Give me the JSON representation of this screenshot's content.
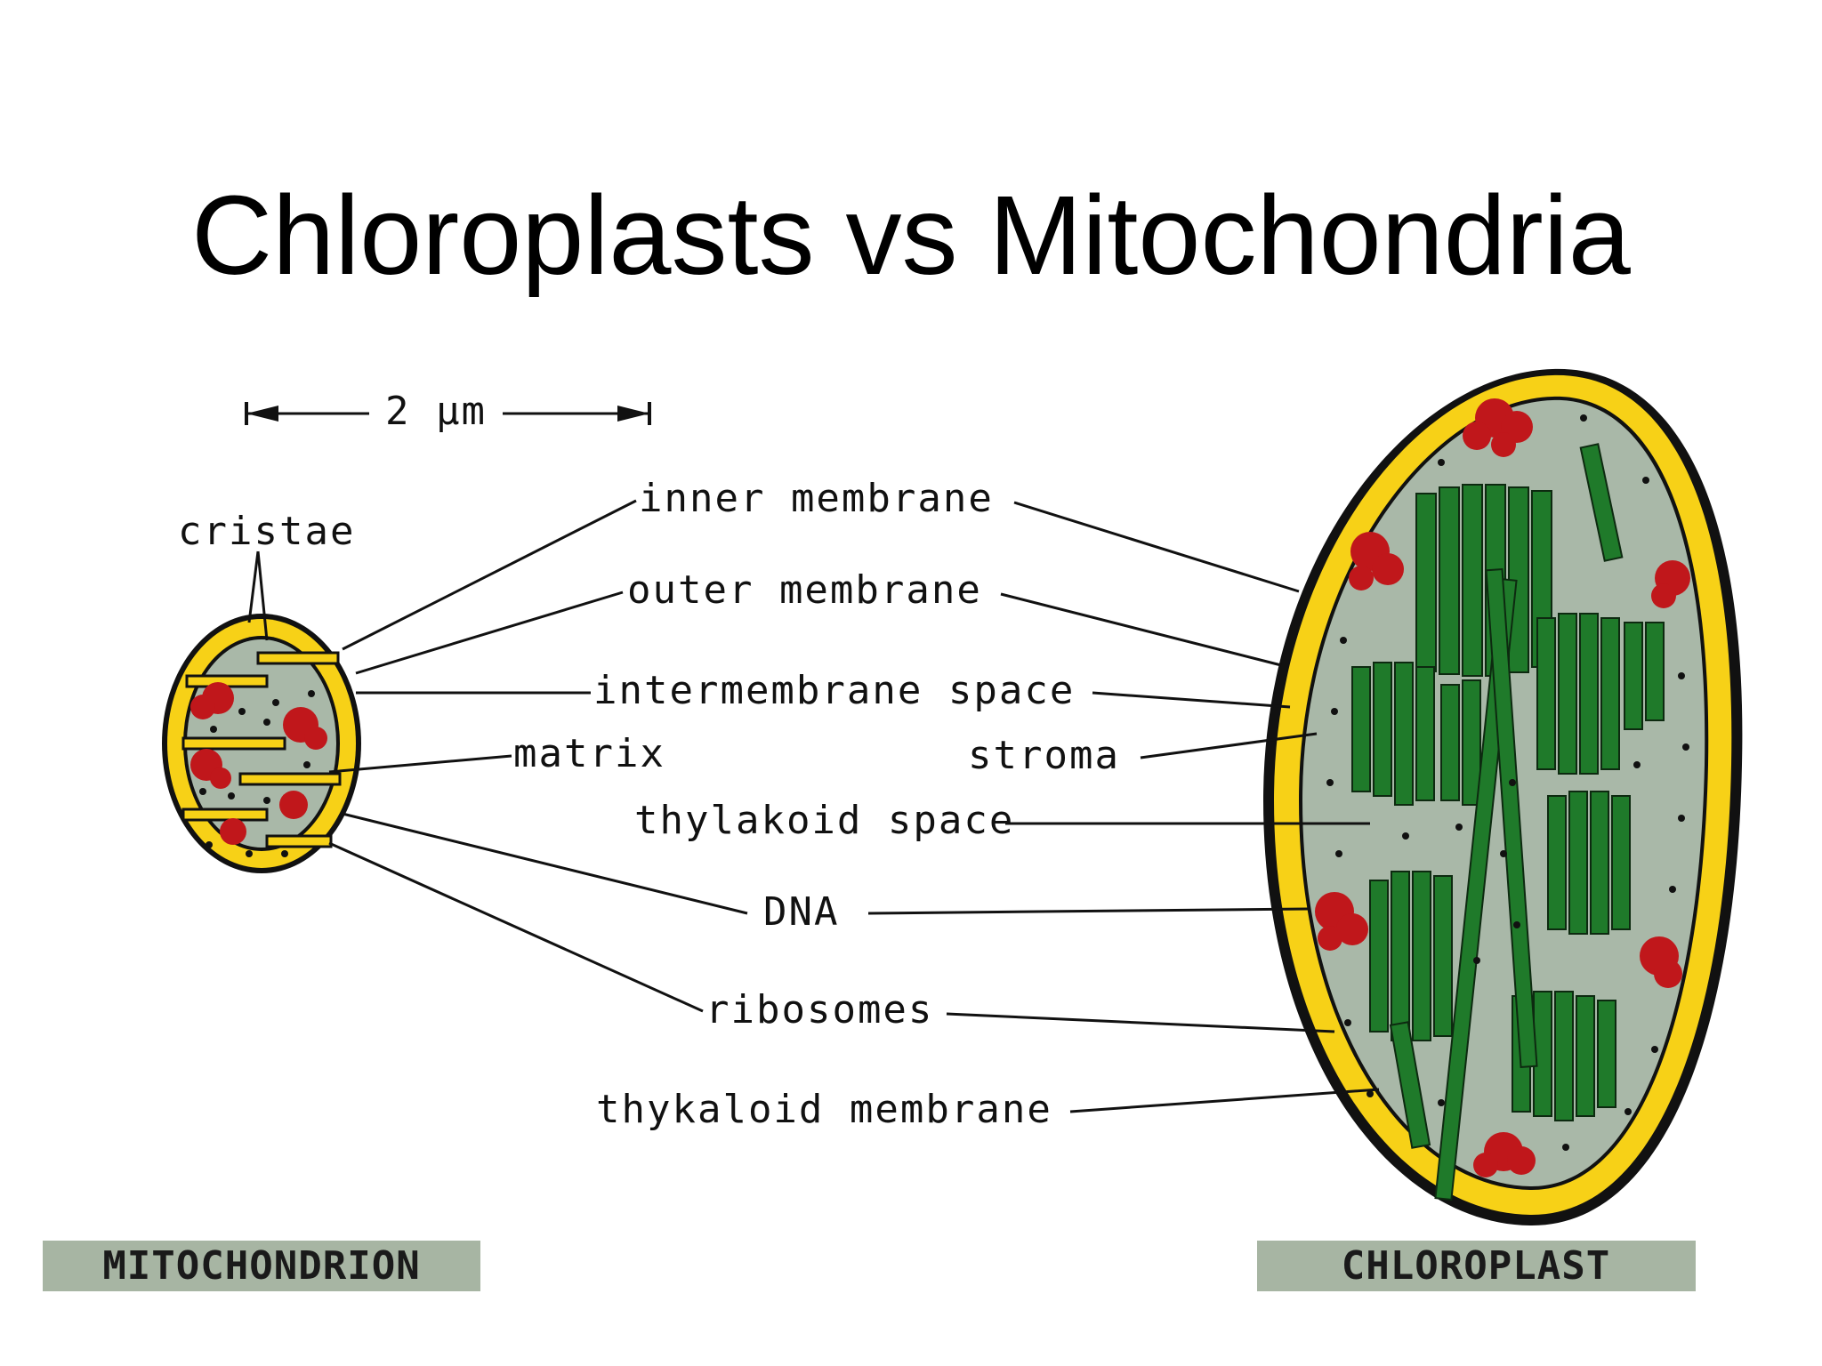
{
  "title": "Chloroplasts vs Mitochondria",
  "scale_bar": {
    "label": "2 µm"
  },
  "labels": {
    "cristae": "cristae",
    "inner_membrane": "inner membrane",
    "outer_membrane": "outer membrane",
    "intermembrane_space": "intermembrane space",
    "matrix": "matrix",
    "stroma": "stroma",
    "thylakoid_space": "thylakoid space",
    "dna": "DNA",
    "ribosomes": "ribosomes",
    "thylakoid_membrane": "thykaloid membrane"
  },
  "organelles": {
    "mitochondrion": "MITOCHONDRION",
    "chloroplast": "CHLOROPLAST"
  },
  "colors": {
    "membrane": "#f7d117",
    "interior": "#a9b8a8",
    "thylakoid": "#1f7a2a",
    "dna": "#c0171b",
    "tag_bg": "#a7b5a3"
  }
}
